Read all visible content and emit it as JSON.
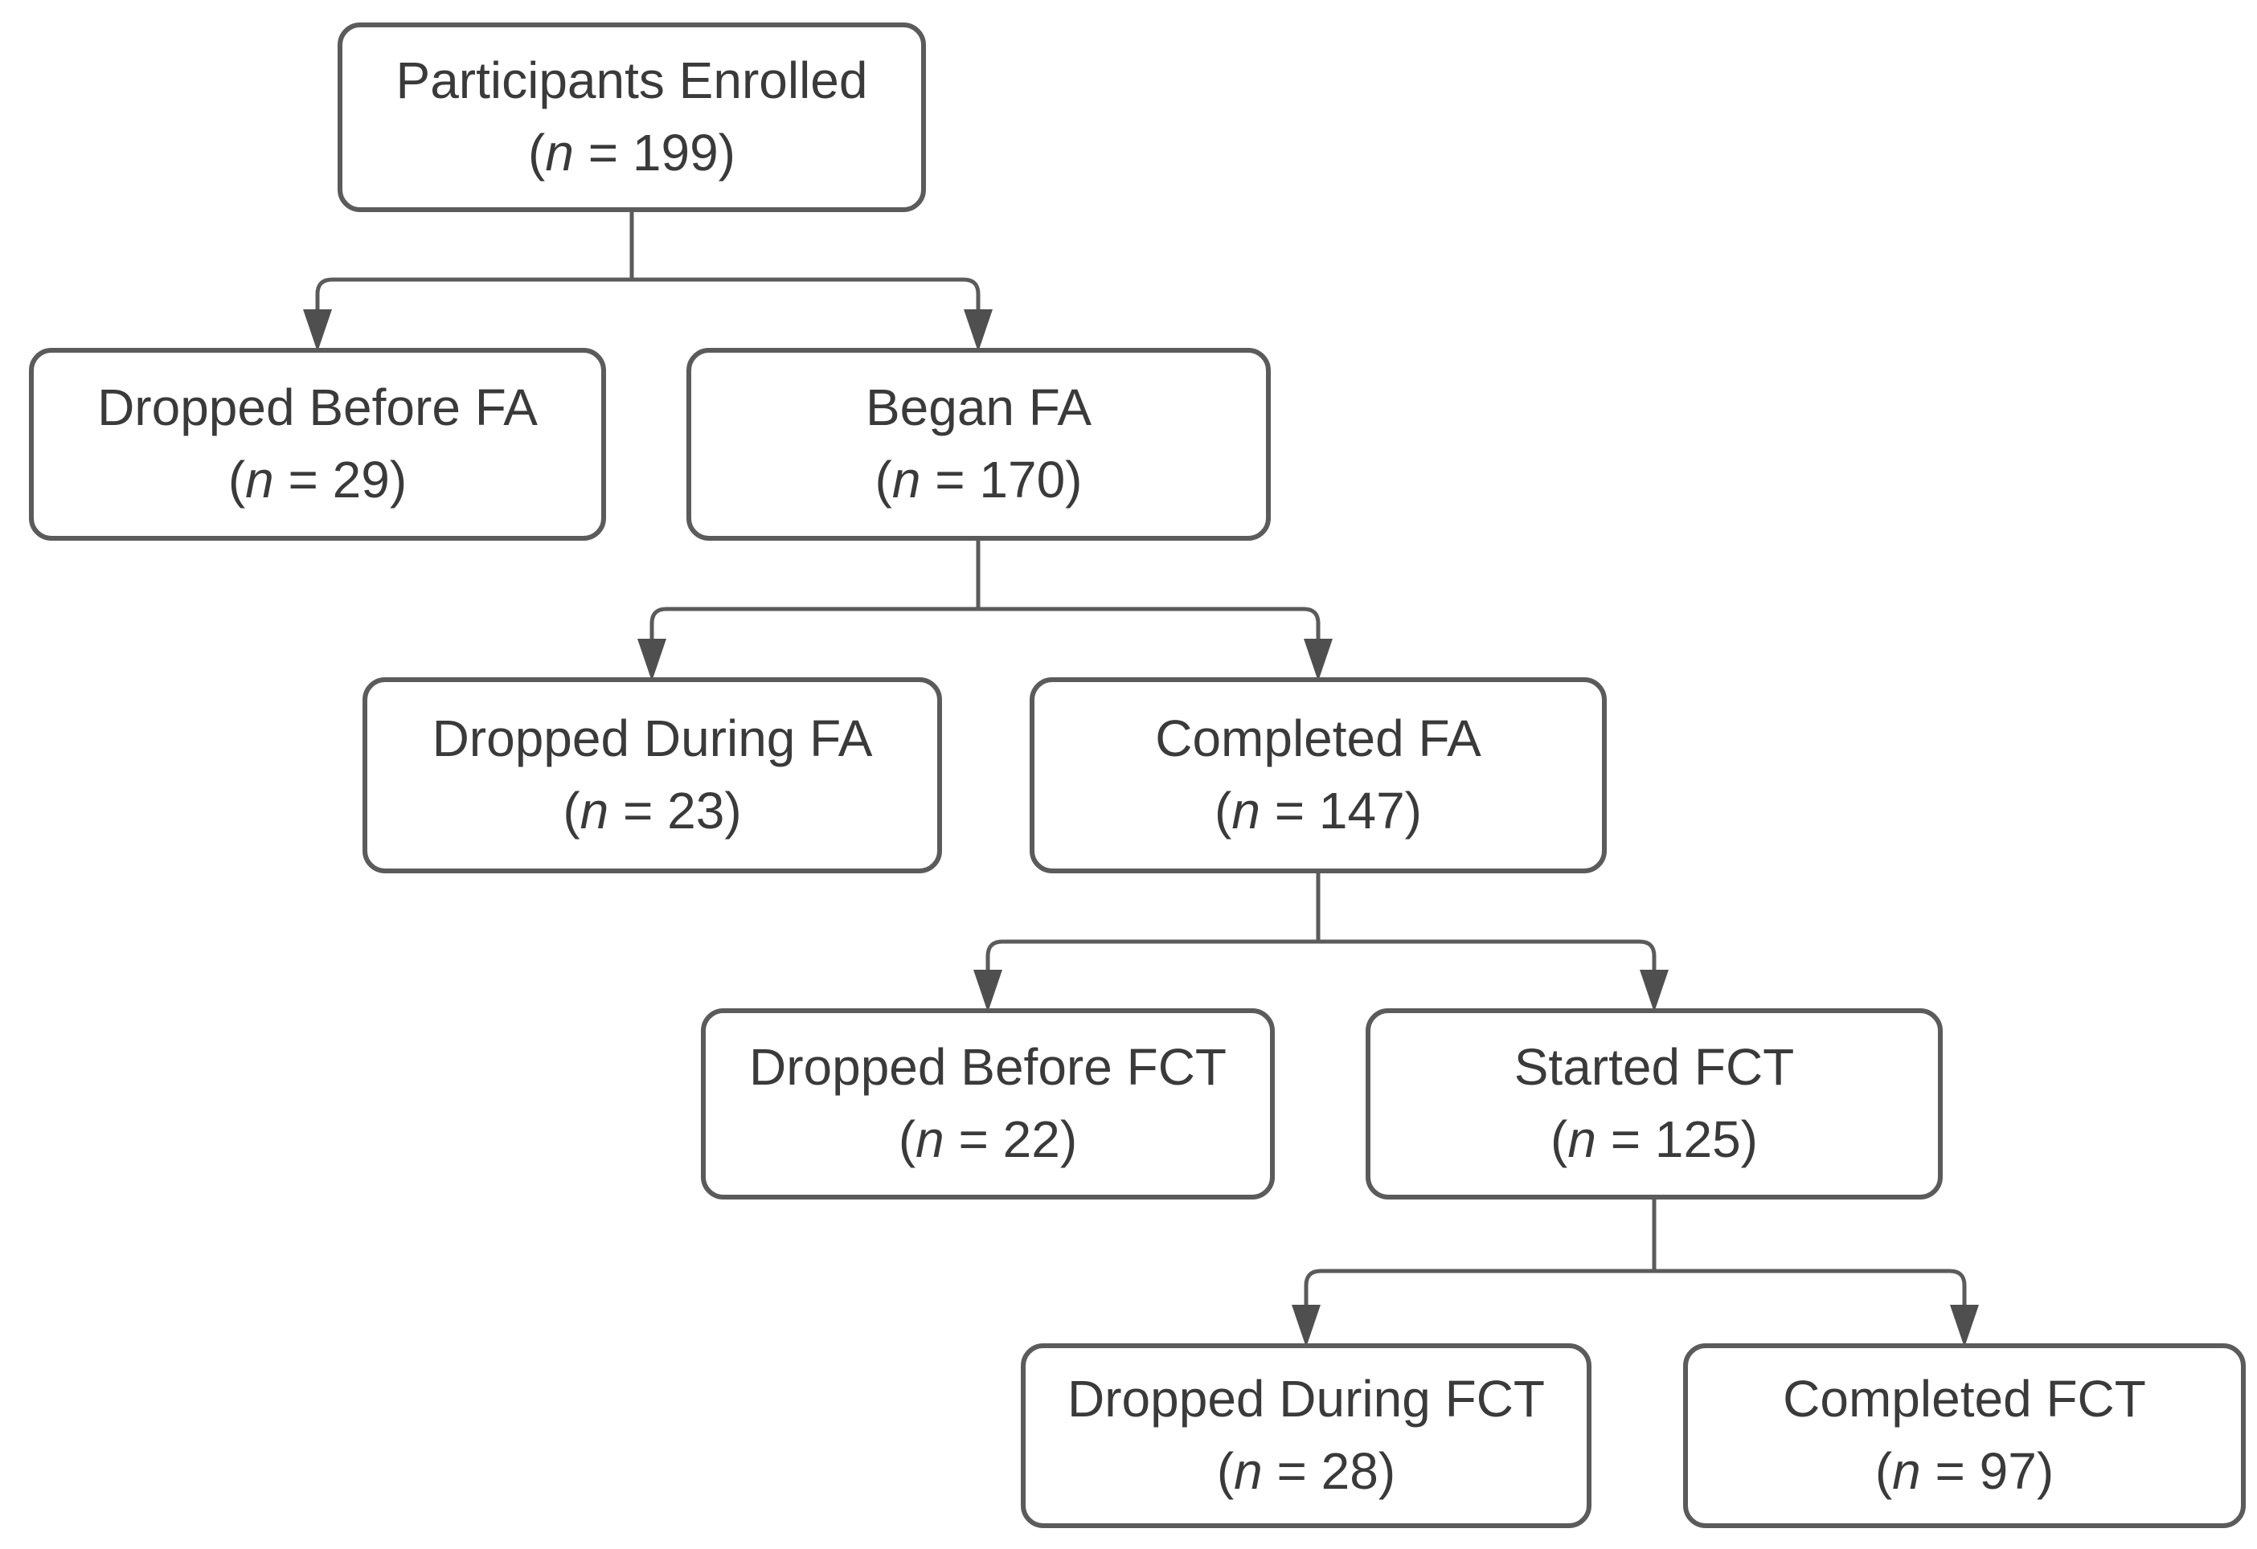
{
  "colors": {
    "background": "#ffffff",
    "box_fill": "#ffffff",
    "box_border": "#5b5b5b",
    "text": "#3a3a3a",
    "connector": "#5b5b5b",
    "arrowhead": "#4f4f4f"
  },
  "nodes": [
    {
      "id": "participants-enrolled",
      "label": "Participants Enrolled",
      "n_label": "n",
      "n": "199"
    },
    {
      "id": "dropped-before-fa",
      "label": "Dropped Before FA",
      "n_label": "n",
      "n": "29"
    },
    {
      "id": "began-fa",
      "label": "Began FA",
      "n_label": "n",
      "n": "170"
    },
    {
      "id": "dropped-during-fa",
      "label": "Dropped During FA",
      "n_label": "n",
      "n": "23"
    },
    {
      "id": "completed-fa",
      "label": "Completed FA",
      "n_label": "n",
      "n": "147"
    },
    {
      "id": "dropped-before-fct",
      "label": "Dropped Before FCT",
      "n_label": "n",
      "n": "22"
    },
    {
      "id": "started-fct",
      "label": "Started FCT",
      "n_label": "n",
      "n": "125"
    },
    {
      "id": "dropped-during-fct",
      "label": "Dropped During FCT",
      "n_label": "n",
      "n": "28"
    },
    {
      "id": "completed-fct",
      "label": "Completed FCT",
      "n_label": "n",
      "n": "97"
    }
  ],
  "edges": [
    {
      "from": "participants-enrolled",
      "to": "dropped-before-fa"
    },
    {
      "from": "participants-enrolled",
      "to": "began-fa"
    },
    {
      "from": "began-fa",
      "to": "dropped-during-fa"
    },
    {
      "from": "began-fa",
      "to": "completed-fa"
    },
    {
      "from": "completed-fa",
      "to": "dropped-before-fct"
    },
    {
      "from": "completed-fa",
      "to": "started-fct"
    },
    {
      "from": "started-fct",
      "to": "dropped-during-fct"
    },
    {
      "from": "started-fct",
      "to": "completed-fct"
    }
  ]
}
